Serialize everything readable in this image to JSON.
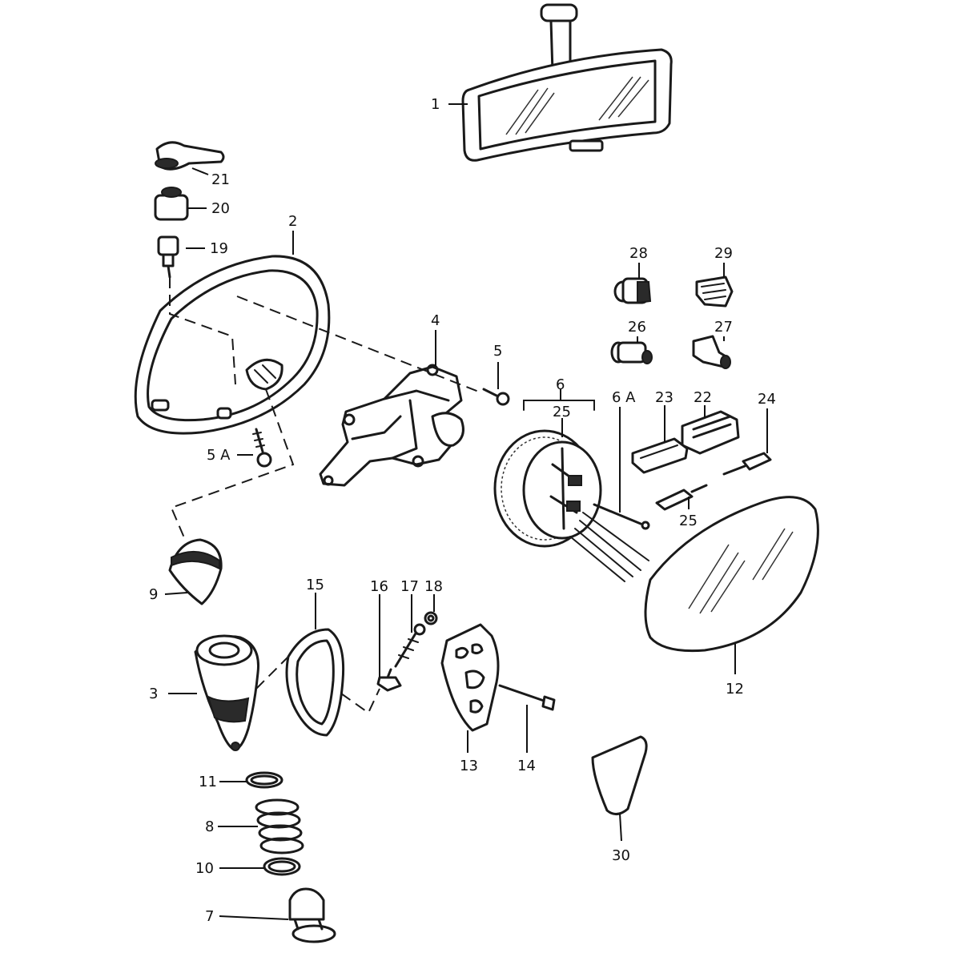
{
  "labels": {
    "p1": "1",
    "p2": "2",
    "p3": "3",
    "p4": "4",
    "p5": "5",
    "p5a": "5 A",
    "p6": "6",
    "p6a": "6 A",
    "p7": "7",
    "p8": "8",
    "p9": "9",
    "p10": "10",
    "p11": "11",
    "p12": "12",
    "p13": "13",
    "p14": "14",
    "p15": "15",
    "p16": "16",
    "p17": "17",
    "p18": "18",
    "p19": "19",
    "p20": "20",
    "p21": "21",
    "p22": "22",
    "p23": "23",
    "p24": "24",
    "p25a": "25",
    "p25b": "25",
    "p26": "26",
    "p27": "27",
    "p28": "28",
    "p29": "29",
    "p30": "30"
  }
}
